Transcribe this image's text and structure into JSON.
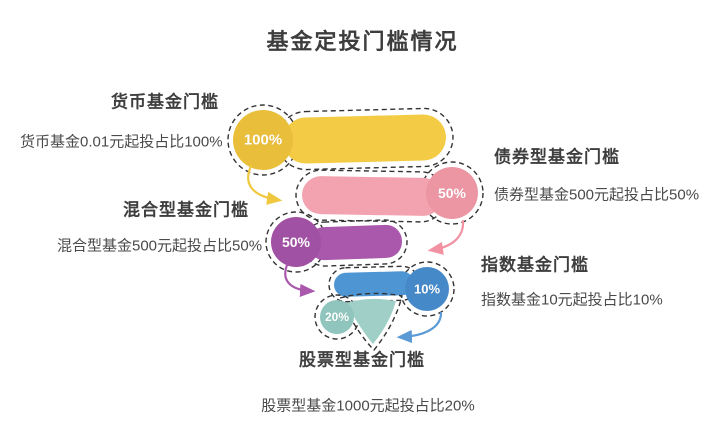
{
  "title": "基金定投门槛情况",
  "chart_data": {
    "type": "bar",
    "variant": "funnel-infographic",
    "title": "基金定投门槛情况",
    "unit": "%",
    "categories": [
      "货币基金",
      "债券型基金",
      "混合型基金",
      "指数基金",
      "股票型基金"
    ],
    "values": [
      100,
      50,
      50,
      10,
      20
    ],
    "legend": "none",
    "items": [
      {
        "name": "货币基金门槛",
        "desc": "货币基金0.01元起投占比100%",
        "pct": "100%",
        "value": 100,
        "color": "#F4CB44",
        "label_side": "left"
      },
      {
        "name": "债券型基金门槛",
        "desc": "债券型基金500元起投占比50%",
        "pct": "50%",
        "value": 50,
        "color": "#F3A3AF",
        "label_side": "right"
      },
      {
        "name": "混合型基金门槛",
        "desc": "混合型基金500元起投占比50%",
        "pct": "50%",
        "value": 50,
        "color": "#A958AB",
        "label_side": "left"
      },
      {
        "name": "指数基金门槛",
        "desc": "指数基金10元起投占比10%",
        "pct": "10%",
        "value": 10,
        "color": "#4E95D4",
        "label_side": "right"
      },
      {
        "name": "股票型基金门槛",
        "desc": "股票型基金1000元起投占比20%",
        "pct": "20%",
        "value": 20,
        "color": "#9FCFC7",
        "label_side": "bottom"
      }
    ]
  },
  "colors": {
    "background": "#ffffff",
    "title_text": "#3d3d3d",
    "heading_text": "#3f3f3f",
    "desc_text": "#4a4a4a",
    "pct_text": "#ffffff",
    "dashed_outline": "#333333",
    "yellow": "#F4CB44",
    "yellow_deep": "#E9BE3B",
    "pink": "#F3A3AF",
    "pink_deep": "#EC96A4",
    "purple": "#A958AB",
    "purple_deep": "#A151A3",
    "blue": "#4E95D4",
    "blue_deep": "#4689C8",
    "teal": "#9FCFC7",
    "teal_deep": "#8FC5BC",
    "arrow_yellow": "#EFC83F",
    "arrow_pink": "#F291A2",
    "arrow_purple": "#A958AB",
    "arrow_blue": "#5B9BD5"
  }
}
